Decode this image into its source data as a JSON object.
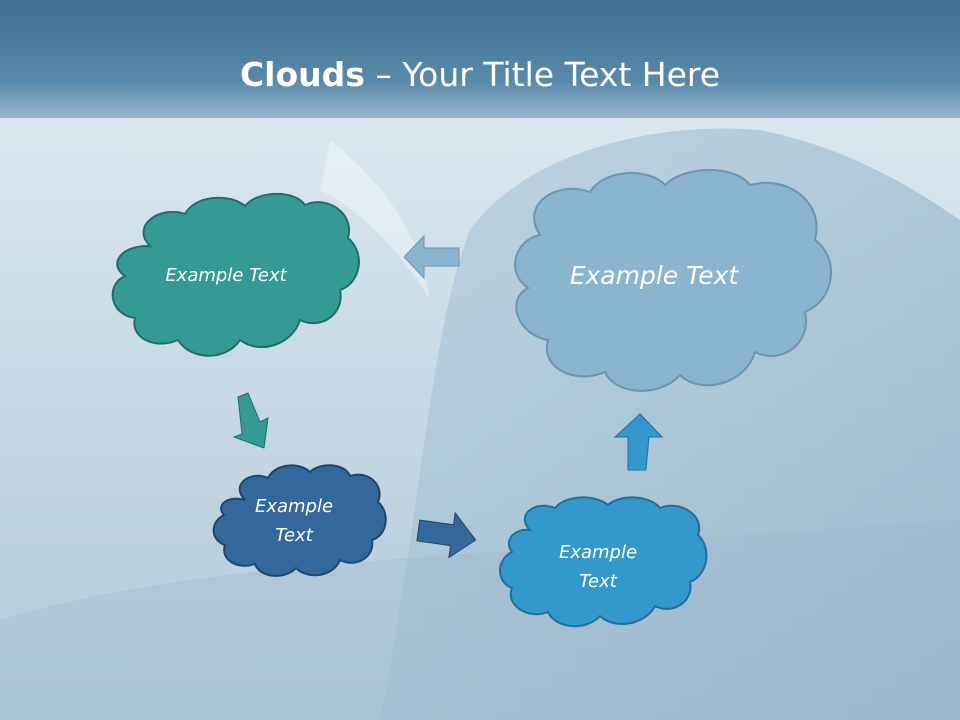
{
  "title": {
    "bold": "Clouds",
    "dash": " – ",
    "rest": "Your Title Text Here"
  },
  "clouds": [
    {
      "lines": [
        "Example Text"
      ],
      "color": "#339a94",
      "stroke": "#1f6e69"
    },
    {
      "lines": [
        "Example",
        "Text"
      ],
      "color": "#33689c",
      "stroke": "#1f456d"
    },
    {
      "lines": [
        "Example",
        "Text"
      ],
      "color": "#3398cc",
      "stroke": "#216f98"
    },
    {
      "lines": [
        "Example Text"
      ],
      "color": "#8ab5cf",
      "stroke": "#6a95b0"
    }
  ],
  "arrows": [
    {
      "color": "#339a94"
    },
    {
      "color": "#33689c"
    },
    {
      "color": "#3398cc"
    },
    {
      "color": "#8ab5cf"
    }
  ]
}
